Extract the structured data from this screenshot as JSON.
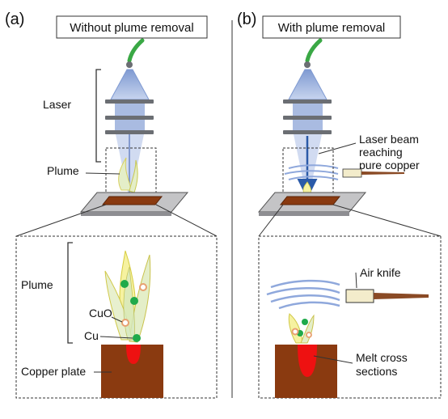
{
  "panels": {
    "a": {
      "letter": "(a)",
      "title": "Without plume removal",
      "labels": {
        "laser": "Laser",
        "plume_top": "Plume",
        "plume_zoom": "Plume",
        "cuo": "CuO",
        "cu": "Cu",
        "copper_plate": "Copper plate"
      }
    },
    "b": {
      "letter": "(b)",
      "title": "With plume removal",
      "labels": {
        "beam_line1": "Laser beam",
        "beam_line2": "reaching",
        "beam_line3": "pure copper",
        "air_knife": "Air knife",
        "melt_line1": "Melt cross",
        "melt_line2": "sections"
      }
    }
  },
  "colors": {
    "laser_blue": "#9fb4dc",
    "lens_gray": "#6b6e73",
    "fiber_green": "#3aa845",
    "copper": "#8a3a10",
    "melt_red": "#ee1111",
    "cu_particle": "#1faa4a",
    "cuo_particle": "#e8a070",
    "plume_yellow": "#f6f2a0",
    "air_blue": "#8fa8dc"
  }
}
